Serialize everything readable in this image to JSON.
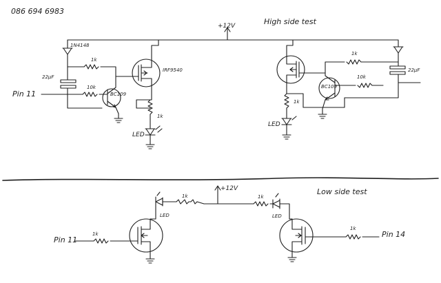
{
  "phone_number": "086 694 6983",
  "top_section": {
    "supply_label": "+12V",
    "title": "High side test",
    "left": {
      "diode_label": "1N4148",
      "resistor_top_label": "1k",
      "capacitor_label": "22μF",
      "resistor_base_label": "10k",
      "transistor_label": "BC109",
      "mosfet_label": "IRF9540",
      "input_label": "Pin 11",
      "led_resistor_label": "1k",
      "led_label": "LED"
    },
    "right": {
      "resistor_top_label": "1k",
      "capacitor_label": "22μF",
      "resistor_base_label": "10k",
      "transistor_label": "BC109",
      "led_resistor_label": "1k",
      "led_label": "LED"
    }
  },
  "bottom_section": {
    "supply_label": "+12V",
    "title": "Low side test",
    "left": {
      "led_label": "LED",
      "led_resistor_label": "1k",
      "input_label": "Pin 11",
      "gate_resistor_label": "1k"
    },
    "right": {
      "led_resistor_label": "1k",
      "led_label": "LED",
      "gate_resistor_label": "1k",
      "input_label": "Pin 14"
    }
  }
}
